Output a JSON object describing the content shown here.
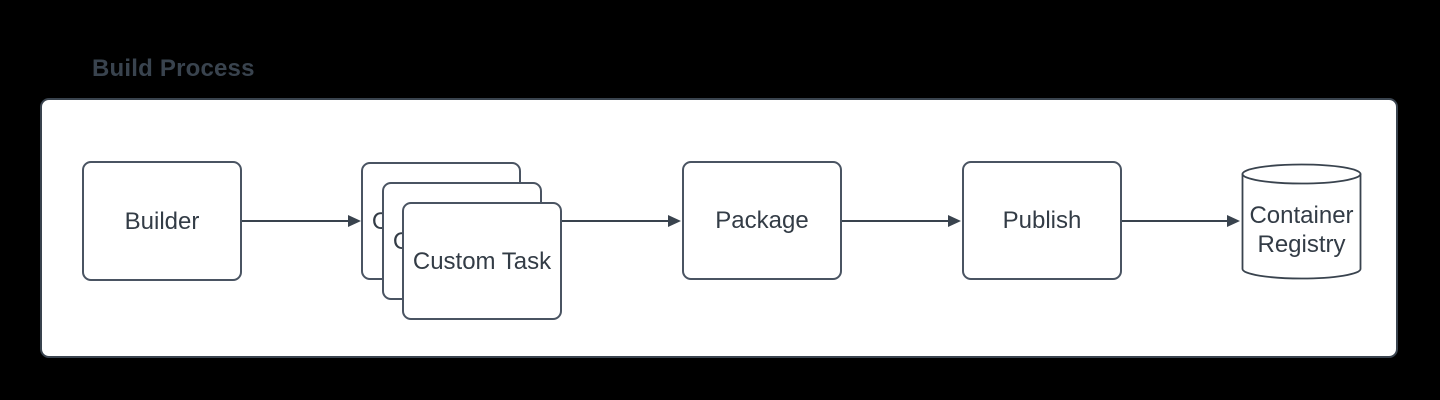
{
  "title": "Build Process",
  "colors": {
    "background": "#000000",
    "panel_fill": "#ffffff",
    "panel_border": "#39434e",
    "shape_border": "#4a5462",
    "connector": "#39434e",
    "text": "#333c46",
    "title_text": "#39434e"
  },
  "nodes": [
    {
      "id": "builder",
      "label": "Builder",
      "shape": "rectangle"
    },
    {
      "id": "custom-task",
      "label": "Custom Task",
      "shape": "stacked-rectangles",
      "stack_count": 3
    },
    {
      "id": "package",
      "label": "Package",
      "shape": "rectangle"
    },
    {
      "id": "publish",
      "label": "Publish",
      "shape": "rectangle"
    },
    {
      "id": "container-registry",
      "label": "Container Registry",
      "shape": "cylinder"
    }
  ],
  "connectors": [
    {
      "from": "builder",
      "to": "custom-task"
    },
    {
      "from": "custom-task",
      "to": "package"
    },
    {
      "from": "package",
      "to": "publish"
    },
    {
      "from": "publish",
      "to": "container-registry"
    }
  ]
}
